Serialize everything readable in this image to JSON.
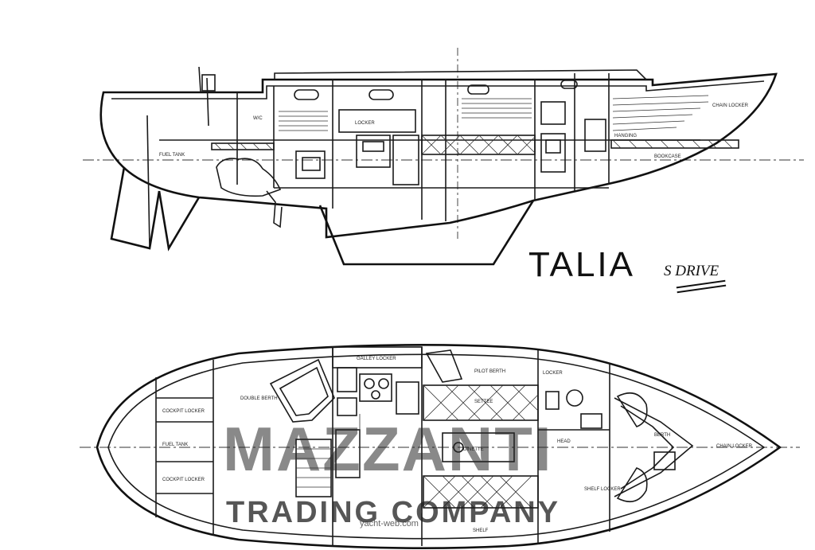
{
  "title": "TALIA",
  "subtitle": "S DRIVE",
  "watermark": {
    "brand_line1": "MAZZANTI",
    "brand_line2": "TRADING COMPANY",
    "site": "yacht-web.com"
  },
  "profile_labels": {
    "fuel_tank": "FUEL TANK",
    "chain_locker": "CHAIN LOCKER",
    "locker": "LOCKER",
    "wc": "W/C",
    "hanging": "HANGING",
    "bookcase": "BOOKCASE"
  },
  "plan_labels": {
    "galley_locker": "GALLEY LOCKER",
    "pilot_berth": "PILOT BERTH",
    "double_berth": "DOUBLE BERTH",
    "settee": "SETTEE",
    "locker": "LOCKER",
    "cockpit_locker_1": "COCKPIT LOCKER",
    "cockpit_locker_2": "COCKPIT LOCKER",
    "fuel_tank": "FUEL TANK",
    "chain_locker": "CHAIN LOCKER",
    "head": "HEAD",
    "shelf_locker": "SHELF LOCKER",
    "berth": "BERTH",
    "shelf": "SHELF",
    "dinette": "DINETTE"
  }
}
